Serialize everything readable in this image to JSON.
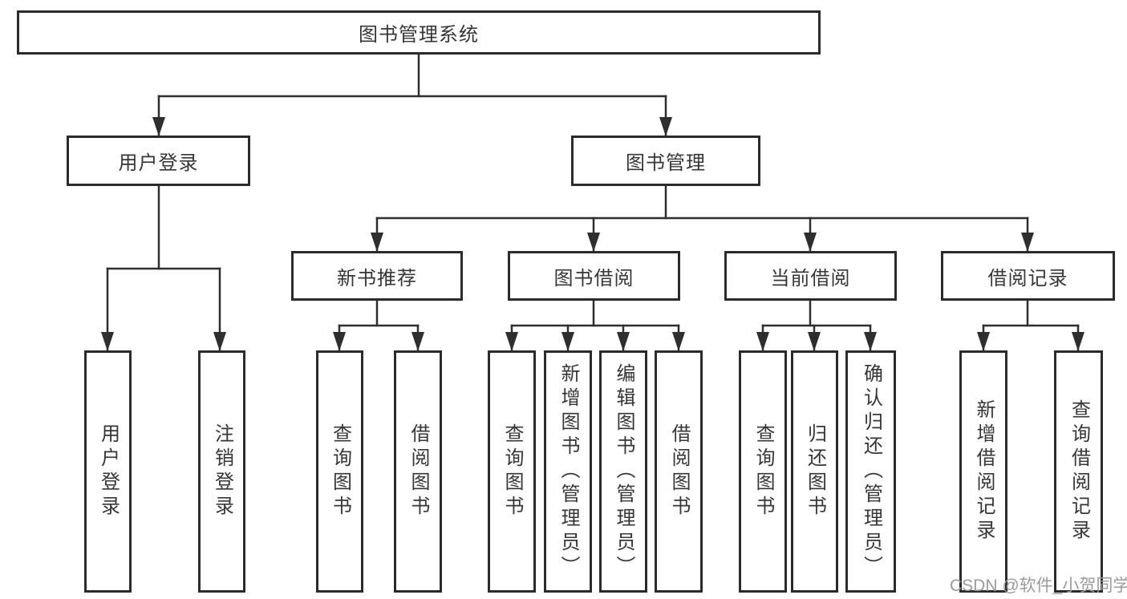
{
  "diagram": {
    "tree": {
      "label": "图书管理系统",
      "children": [
        {
          "label": "用户登录",
          "children": [
            {
              "label": "用户登录"
            },
            {
              "label": "注销登录"
            }
          ]
        },
        {
          "label": "图书管理",
          "children": [
            {
              "label": "新书推荐",
              "children": [
                {
                  "label": "查询图书"
                },
                {
                  "label": "借阅图书"
                }
              ]
            },
            {
              "label": "图书借阅",
              "children": [
                {
                  "label": "查询图书"
                },
                {
                  "label": "新增图书（管理员）"
                },
                {
                  "label": "编辑图书（管理员）"
                },
                {
                  "label": "借阅图书"
                }
              ]
            },
            {
              "label": "当前借阅",
              "children": [
                {
                  "label": "查询图书"
                },
                {
                  "label": "归还图书"
                },
                {
                  "label": "确认归还（管理员）"
                }
              ]
            },
            {
              "label": "借阅记录",
              "children": [
                {
                  "label": "新增借阅记录"
                },
                {
                  "label": "查询借阅记录"
                }
              ]
            }
          ]
        }
      ]
    }
  },
  "watermark": {
    "text": "CSDN @软件_小贺同学"
  },
  "colors": {
    "line": "#2e2e2e",
    "border": "#2b2b2b",
    "text": "#363636",
    "watermark": "#9b9b9b",
    "background": "#ffffff"
  }
}
